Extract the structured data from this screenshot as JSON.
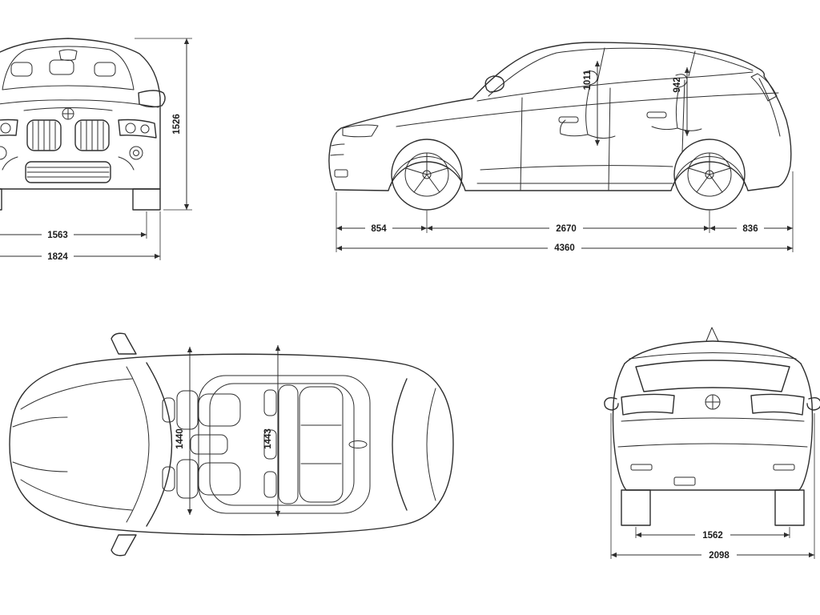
{
  "colors": {
    "line": "#2e2e2e",
    "background": "#ffffff",
    "label_text": "#1c1c1c"
  },
  "icons": {
    "brand": "bmw-roundel-icon"
  },
  "views": {
    "front": {
      "height": "1526",
      "track": "1563",
      "width": "1824"
    },
    "side": {
      "headroom_front": "1011",
      "headroom_rear": "942",
      "front_overhang": "854",
      "wheelbase": "2670",
      "rear_overhang": "836",
      "length": "4360"
    },
    "top": {
      "interior_width_front": "1440",
      "interior_width_rear": "1443"
    },
    "rear": {
      "track": "1562",
      "width_incl_mirrors": "2098"
    }
  }
}
